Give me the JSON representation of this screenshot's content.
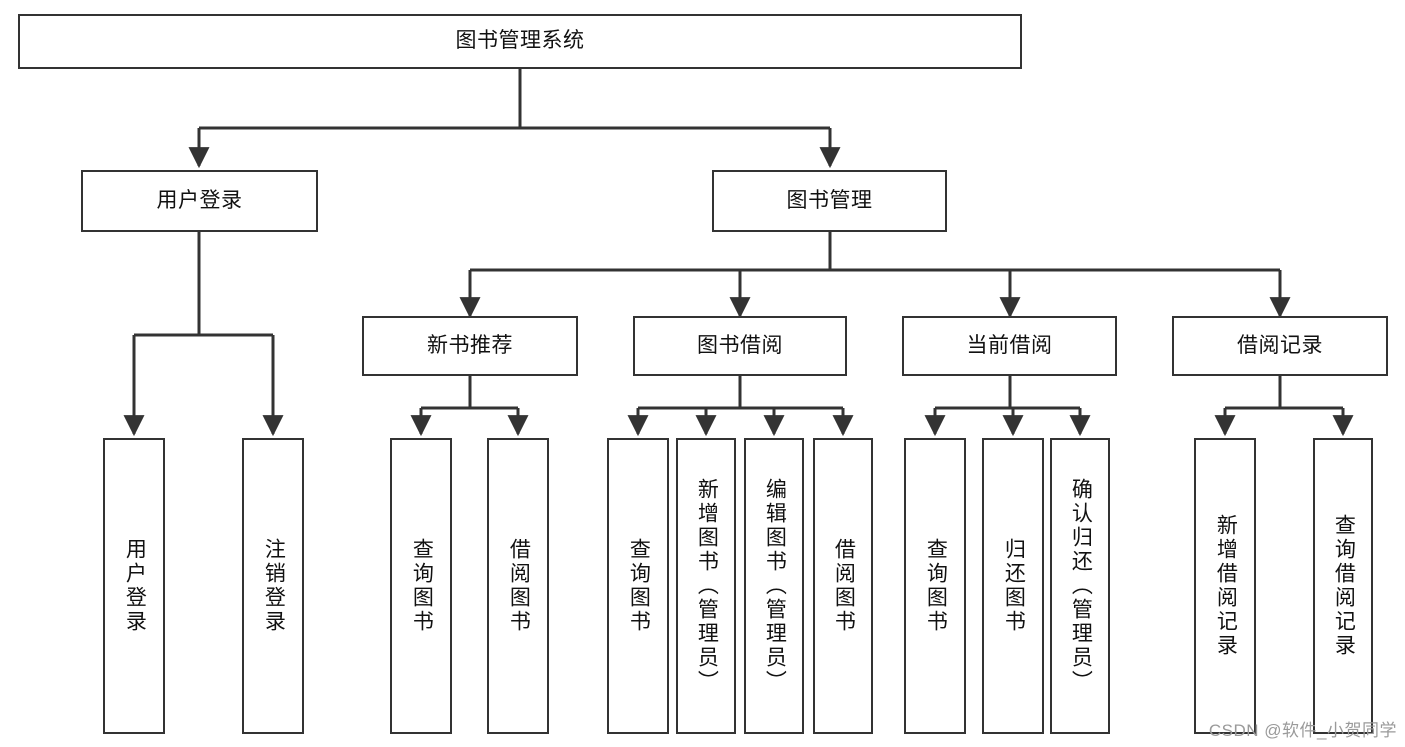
{
  "diagram": {
    "title": "图书管理系统",
    "type": "hierarchy-tree",
    "root": {
      "label": "图书管理系统"
    },
    "level1": [
      {
        "label": "用户登录"
      },
      {
        "label": "图书管理"
      }
    ],
    "level2": [
      {
        "label": "新书推荐"
      },
      {
        "label": "图书借阅"
      },
      {
        "label": "当前借阅"
      },
      {
        "label": "借阅记录"
      }
    ],
    "leaves": {
      "user_login": [
        {
          "label": "用户登录"
        },
        {
          "label": "注销登录"
        }
      ],
      "new_book_recommend": [
        {
          "label": "查询图书"
        },
        {
          "label": "借阅图书"
        }
      ],
      "book_borrow": [
        {
          "label": "查询图书"
        },
        {
          "label": "新增图书（管理员）"
        },
        {
          "label": "编辑图书（管理员）"
        },
        {
          "label": "借阅图书"
        }
      ],
      "current_borrow": [
        {
          "label": "查询图书"
        },
        {
          "label": "归还图书"
        },
        {
          "label": "确认归还（管理员）"
        }
      ],
      "borrow_record": [
        {
          "label": "新增借阅记录"
        },
        {
          "label": "查询借阅记录"
        }
      ]
    }
  },
  "watermark": {
    "text": "CSDN @软件_小贺同学"
  },
  "colors": {
    "background": "#ffffff",
    "stroke": "#333333",
    "text": "#111111",
    "watermark": "#9a9a9a"
  }
}
